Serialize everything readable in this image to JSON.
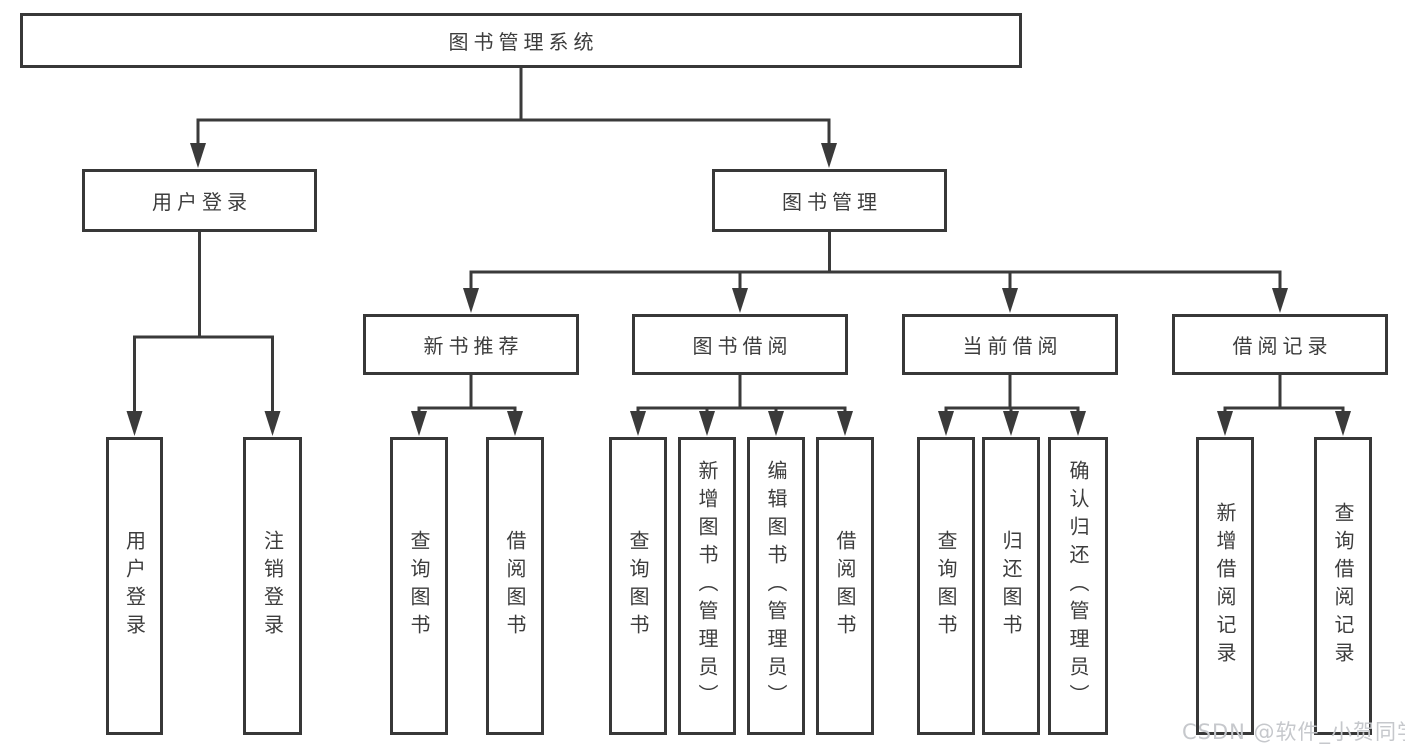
{
  "tree": {
    "root": "图书管理系统",
    "branches": [
      {
        "label": "用户登录",
        "children": [
          "用户登录",
          "注销登录"
        ]
      },
      {
        "label": "图书管理",
        "groups": [
          {
            "label": "新书推荐",
            "children": [
              "查询图书",
              "借阅图书"
            ]
          },
          {
            "label": "图书借阅",
            "children": [
              "查询图书",
              "新增图书（管理员）",
              "编辑图书（管理员）",
              "借阅图书"
            ]
          },
          {
            "label": "当前借阅",
            "children": [
              "查询图书",
              "归还图书",
              "确认归还（管理员）"
            ]
          },
          {
            "label": "借阅记录",
            "children": [
              "新增借阅记录",
              "查询借阅记录"
            ]
          }
        ]
      }
    ]
  },
  "watermark": {
    "label": "CSDN @软件_小贺同学"
  },
  "colors": {
    "line": "#3a3a3a",
    "text": "#3d3d3d",
    "box_background": "#ffffff",
    "watermark_text": "#c6c8cc",
    "background": "#ffffff"
  }
}
